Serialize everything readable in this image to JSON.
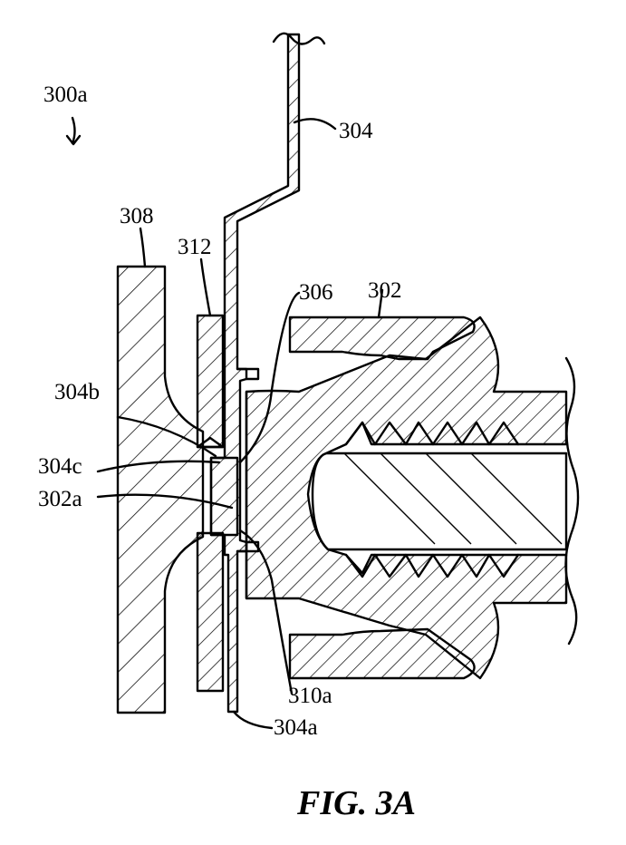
{
  "figure": {
    "caption": "FIG. 3A",
    "labels": {
      "assembly": "300a",
      "panel": "304",
      "plate": "308",
      "spacer": "312",
      "adhesive": "306",
      "stud": "302",
      "flange_ring": "304b",
      "recess": "304c",
      "stud_face": "302a",
      "seal": "310a",
      "panel_end": "304a"
    },
    "colors": {
      "ink": "#000000",
      "paper": "#ffffff",
      "stipple": "#000000"
    }
  }
}
